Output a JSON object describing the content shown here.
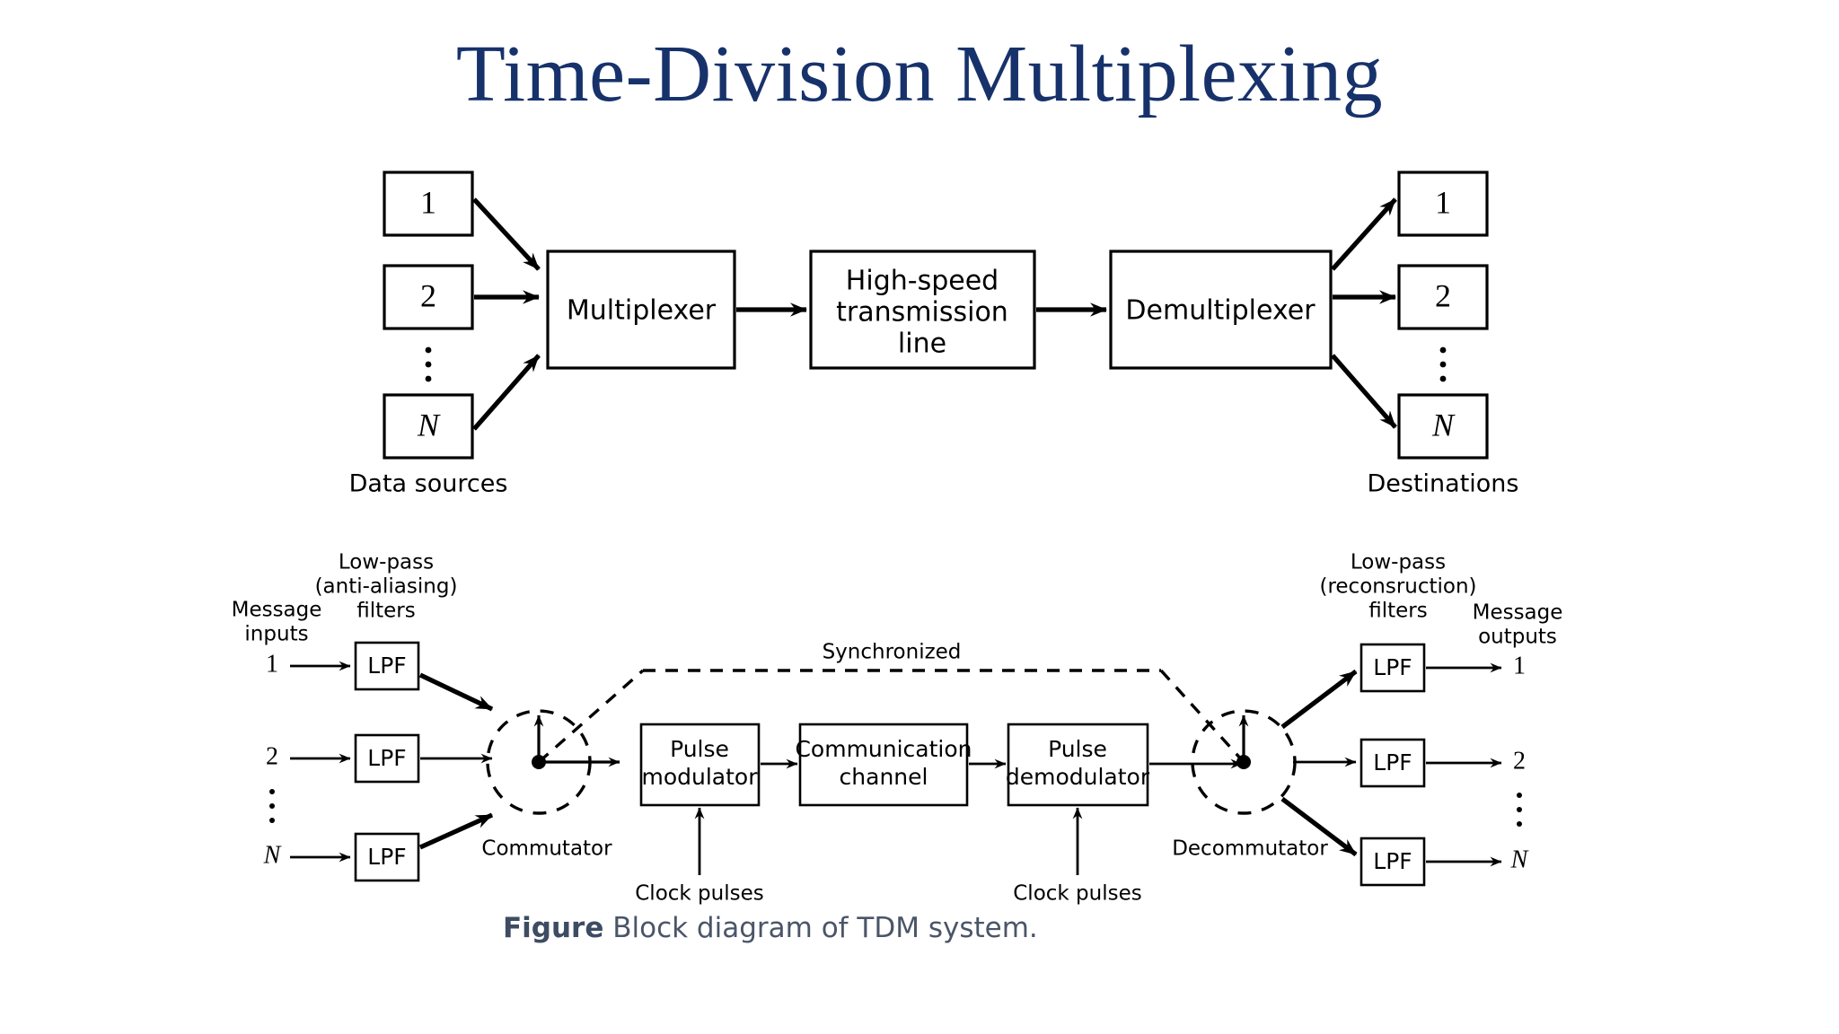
{
  "slide": {
    "title": "Time-Division Multiplexing",
    "title_color": "#17326b",
    "background": "#ffffff"
  },
  "top_diagram": {
    "name": "tdm-mux-demux-block-diagram",
    "source_boxes": [
      {
        "label": "1"
      },
      {
        "label": "2"
      },
      {
        "label": "⋮"
      },
      {
        "label": "N"
      }
    ],
    "multiplexer_label": "Multiplexer",
    "channel_label_line1": "High-speed",
    "channel_label_line2": "transmission",
    "channel_label_line3": "line",
    "demultiplexer_label": "Demultiplexer",
    "destination_boxes": [
      {
        "label": "1"
      },
      {
        "label": "2"
      },
      {
        "label": "⋮"
      },
      {
        "label": "N"
      }
    ],
    "left_caption": "Data sources",
    "right_caption": "Destinations"
  },
  "bottom_diagram": {
    "name": "tdm-detailed-block-diagram",
    "input_group_label_line1": "Message",
    "input_group_label_line2": "inputs",
    "input_filters_label_line1": "Low-pass",
    "input_filters_label_line2": "(anti-aliasing)",
    "input_filters_label_line3": "filters",
    "inputs": [
      {
        "label": "1"
      },
      {
        "label": "2"
      },
      {
        "label": "⋮"
      },
      {
        "label": "N"
      }
    ],
    "lpf_label": "LPF",
    "commutator_label": "Commutator",
    "pulse_modulator_line1": "Pulse",
    "pulse_modulator_line2": "modulator",
    "channel_line1": "Communication",
    "channel_line2": "channel",
    "pulse_demodulator_line1": "Pulse",
    "pulse_demodulator_line2": "demodulator",
    "clock_pulses_label_left": "Clock pulses",
    "clock_pulses_label_right": "Clock pulses",
    "synchronized_label": "Synchronized",
    "decommutator_label": "Decommutator",
    "output_filters_label_line1": "Low-pass",
    "output_filters_label_line2": "(reconsruction)",
    "output_filters_label_line3": "filters",
    "output_group_label_line1": "Message",
    "output_group_label_line2": "outputs",
    "outputs": [
      {
        "label": "1"
      },
      {
        "label": "2"
      },
      {
        "label": "⋮"
      },
      {
        "label": "N"
      }
    ]
  },
  "caption": {
    "prefix": "Figure",
    "text": "Block diagram of TDM system.",
    "color": "#4a5568"
  }
}
